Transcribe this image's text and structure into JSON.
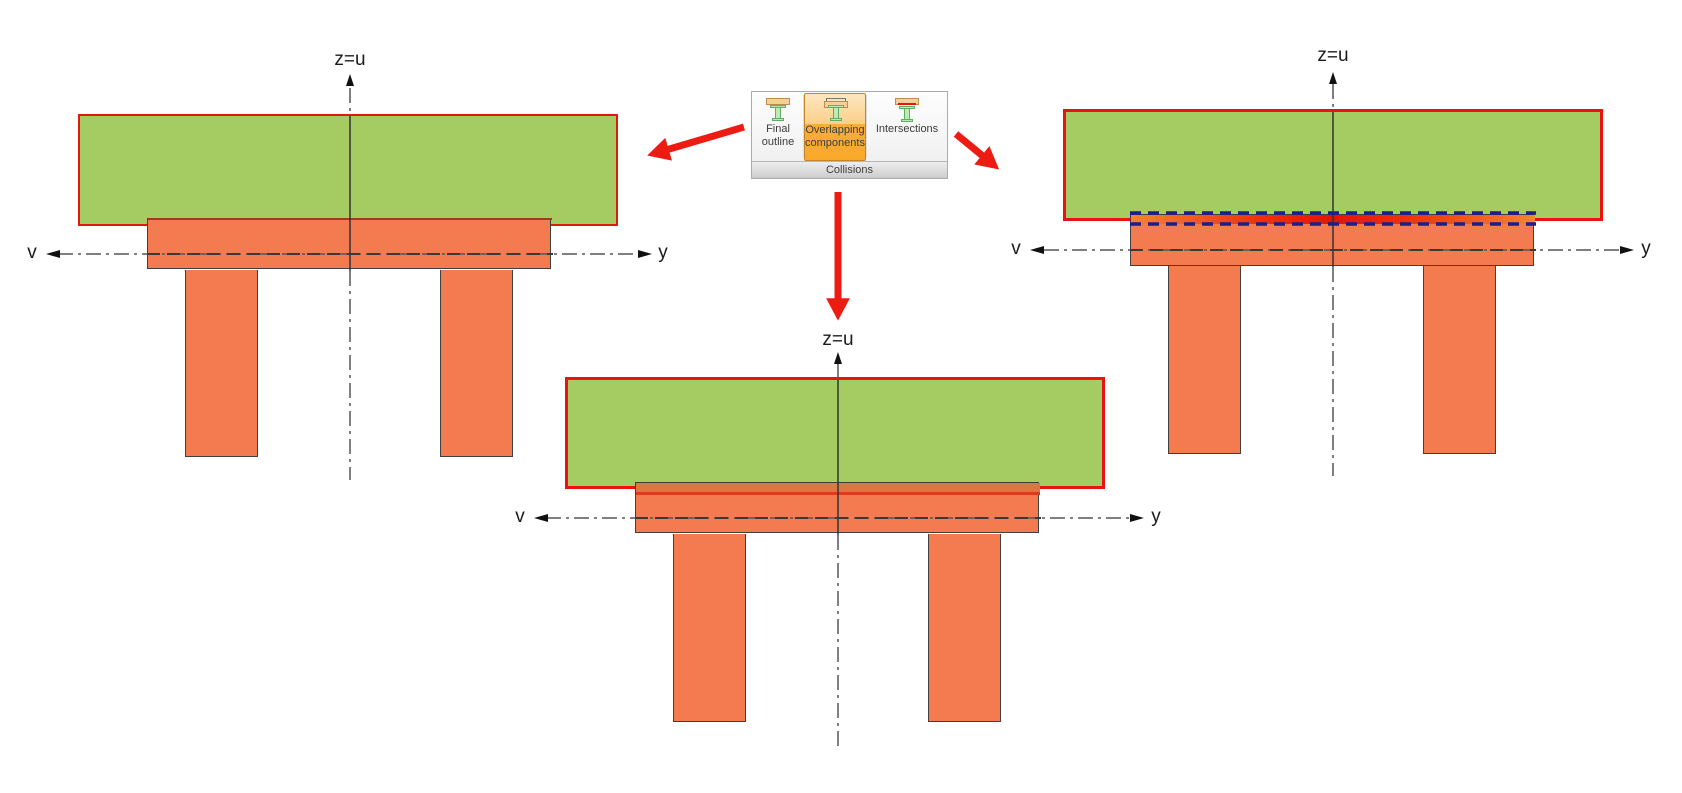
{
  "toolbar": {
    "group_label": "Collisions",
    "buttons": [
      {
        "id": "final-outline",
        "label_line1": "Final",
        "label_line2": "outline",
        "selected": false
      },
      {
        "id": "overlapping-components",
        "label_line1": "Overlapping",
        "label_line2": "components",
        "selected": true
      },
      {
        "id": "intersections",
        "label_line1": "Intersections",
        "label_line2": "",
        "selected": false
      }
    ]
  },
  "diagrams": {
    "left": {
      "z_label": "z=u",
      "v_label": "v",
      "y_label": "y"
    },
    "middle": {
      "z_label": "z=u",
      "v_label": "v",
      "y_label": "y"
    },
    "right": {
      "z_label": "z=u",
      "v_label": "v",
      "y_label": "y"
    }
  },
  "colors": {
    "slab_green": "#A4CC62",
    "slab_border_red": "#EE1111",
    "beam_orange": "#F47B50",
    "beam_outline_dark": "#3F3F3F",
    "overlap_orange": "#DA7844",
    "intersection_strip_red": "#E81208",
    "intersection_dash_navy": "#1D1D8C",
    "arrow_red": "#EC1C12",
    "axis_gray": "#555555",
    "toolbar_selected_orange": "#F9A927"
  }
}
